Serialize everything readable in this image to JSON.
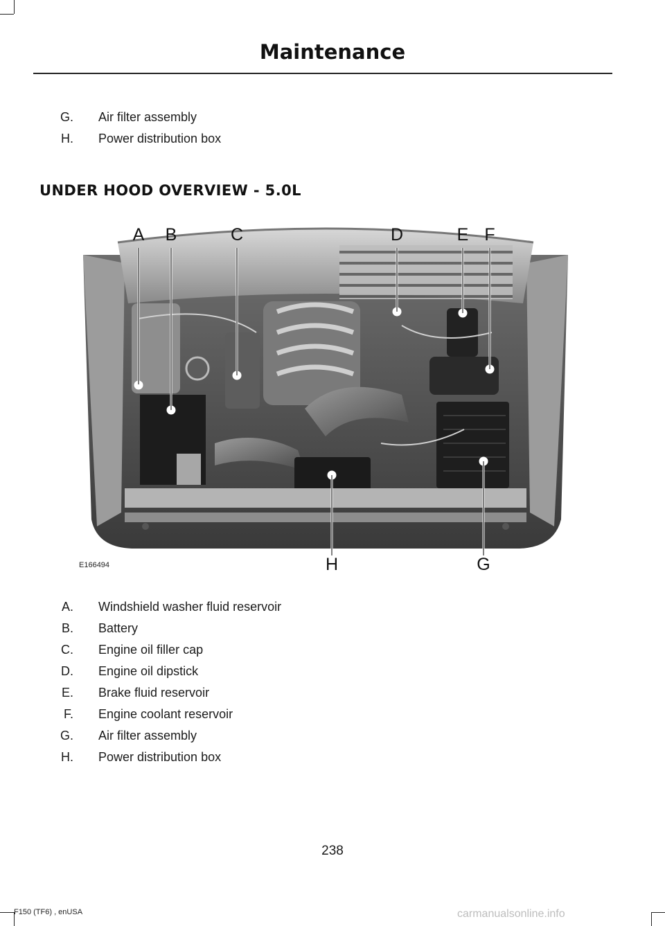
{
  "header": {
    "title": "Maintenance"
  },
  "top_list": [
    {
      "letter": "G.",
      "text": "Air filter assembly"
    },
    {
      "letter": "H.",
      "text": "Power distribution box"
    }
  ],
  "section": {
    "title": "UNDER HOOD OVERVIEW - 5.0L"
  },
  "figure": {
    "code": "E166494",
    "callouts": [
      "A",
      "B",
      "C",
      "D",
      "E",
      "F",
      "G",
      "H"
    ]
  },
  "legend": [
    {
      "letter": "A.",
      "text": "Windshield washer fluid reservoir"
    },
    {
      "letter": "B.",
      "text": "Battery"
    },
    {
      "letter": "C.",
      "text": "Engine oil filler cap"
    },
    {
      "letter": "D.",
      "text": "Engine oil dipstick"
    },
    {
      "letter": "E.",
      "text": "Brake fluid reservoir"
    },
    {
      "letter": "F.",
      "text": "Engine coolant reservoir"
    },
    {
      "letter": "G.",
      "text": "Air filter assembly"
    },
    {
      "letter": "H.",
      "text": "Power distribution box"
    }
  ],
  "footer": {
    "page_number": "238",
    "doc_id": "F150 (TF6) , enUSA",
    "watermark": "carmanualsonline.info"
  }
}
